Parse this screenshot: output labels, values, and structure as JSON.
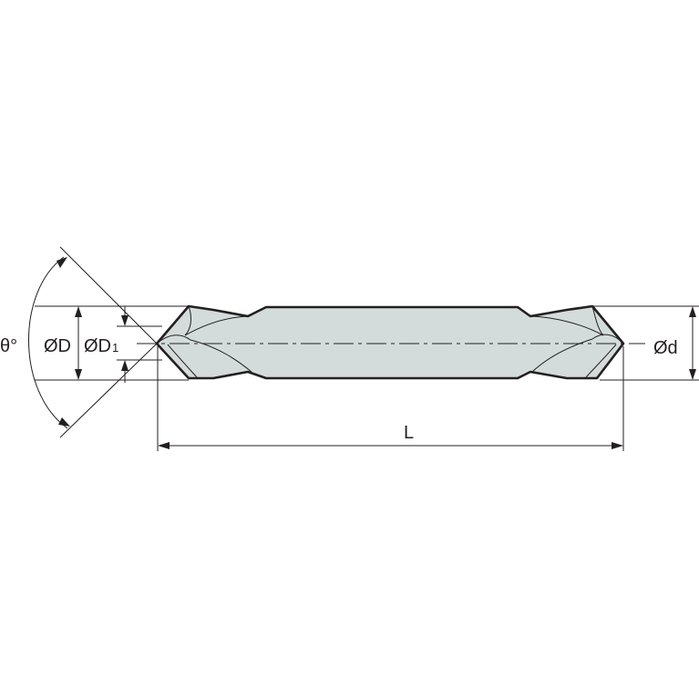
{
  "diagram": {
    "colors": {
      "body_fill": "#d3dcdb",
      "outline": "#231f20",
      "dimension": "#231f20",
      "background": "#ffffff"
    },
    "labels": {
      "angle": "θ°",
      "outer_diameter": "ØD",
      "point_diameter": "ØD",
      "point_diameter_sub": "1",
      "shank_diameter": "Ød",
      "length": "L"
    }
  }
}
